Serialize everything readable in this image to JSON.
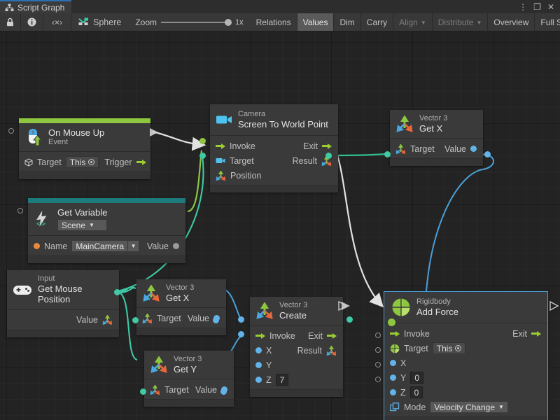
{
  "window": {
    "tab_title": "Script Graph",
    "tab_icon": "graph-icon",
    "buttons": [
      {
        "name": "window-menu-button",
        "glyph": "⋮"
      },
      {
        "name": "window-maximize-button",
        "glyph": "❐"
      },
      {
        "name": "window-close-button",
        "glyph": "✕"
      }
    ]
  },
  "toolbar": {
    "lock_icon": "lock-icon",
    "info_icon": "info-icon",
    "code_label": "‹×›",
    "object_icon": "scene-object-icon",
    "object_name": "Sphere",
    "zoom_label": "Zoom",
    "zoom_value": "1x",
    "relations_label": "Relations",
    "values_label": "Values",
    "dim_label": "Dim",
    "carry_label": "Carry",
    "align_label": "Align",
    "distribute_label": "Distribute",
    "overview_label": "Overview",
    "fullscreen_label": "Full Screen"
  },
  "nodes": {
    "on_mouse_up": {
      "sub": "On Mouse Up",
      "title": "Event",
      "accent": "#8ec63f",
      "icon": "mouse-up-icon",
      "target_label": "Target",
      "target_value": "This",
      "trigger_label": "Trigger"
    },
    "get_variable": {
      "sub": "Get Variable",
      "scope": "Scene",
      "accent": "#1d7b7b",
      "icon": "variable-icon",
      "name_label": "Name",
      "name_value": "MainCamera",
      "value_label": "Value"
    },
    "camera_screen_to_world": {
      "sub": "Camera",
      "title": "Screen To World Point",
      "icon": "camera-icon",
      "invoke_label": "Invoke",
      "exit_label": "Exit",
      "target_label": "Target",
      "result_label": "Result",
      "position_label": "Position"
    },
    "vector3_getx_top": {
      "sub": "Vector 3",
      "title": "Get X",
      "icon": "vector3-icon",
      "target_label": "Target",
      "value_label": "Value"
    },
    "input_mouse_position": {
      "sub": "Input",
      "title": "Get Mouse Position",
      "icon": "gamepad-icon",
      "value_label": "Value"
    },
    "vector3_getx_mid": {
      "sub": "Vector 3",
      "title": "Get X",
      "icon": "vector3-icon",
      "target_label": "Target",
      "value_label": "Value"
    },
    "vector3_gety_mid": {
      "sub": "Vector 3",
      "title": "Get Y",
      "icon": "vector3-icon",
      "target_label": "Target",
      "value_label": "Value"
    },
    "vector3_create": {
      "sub": "Vector 3",
      "title": "Create",
      "icon": "vector3-icon",
      "invoke_label": "Invoke",
      "exit_label": "Exit",
      "x_label": "X",
      "y_label": "Y",
      "z_label": "Z",
      "z_value": "7",
      "result_label": "Result"
    },
    "rigidbody_add_force": {
      "sub": "Rigidbody",
      "title": "Add Force",
      "icon": "rigidbody-icon",
      "selected": true,
      "invoke_label": "Invoke",
      "exit_label": "Exit",
      "target_label": "Target",
      "target_value": "This",
      "x_label": "X",
      "y_label": "Y",
      "y_value": "0",
      "z_label": "Z",
      "z_value": "0",
      "mode_label": "Mode",
      "mode_value": "Velocity Change"
    }
  },
  "colors": {
    "flow_green": "#9acd32",
    "value_blue": "#62b4e8",
    "object_teal": "#3fc9a5",
    "flow_white": "#e2e2e2",
    "selection": "#4a9fd8"
  }
}
